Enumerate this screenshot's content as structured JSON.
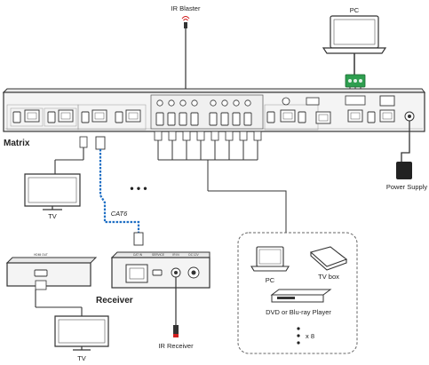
{
  "labels": {
    "ir_blaster": "IR Blaster",
    "pc_top": "PC",
    "matrix": "Matrix",
    "power_supply": "Power Supply",
    "tv_left": "TV",
    "ellipsis": "•  •  •",
    "cat6": "CAT6",
    "receiver": "Receiver",
    "ir_receiver": "IR Receiver",
    "hdmi_out": "HDMI OUT",
    "tv_bottom": "TV",
    "pc_source": "PC",
    "tv_box": "TV box",
    "dvd_player": "DVD or Blu-ray Player",
    "times_eight": "x 8"
  },
  "receiver_ports": {
    "cat_in": "CAT IN",
    "service": "SERVICE",
    "ir_in": "IR IN",
    "dc_12v": "DC 12V"
  },
  "colors": {
    "cat6_cable": "#1f6fc4",
    "terminal_block": "#2e9e4f",
    "ir_tip": "#d11f1f",
    "line": "#333333"
  }
}
